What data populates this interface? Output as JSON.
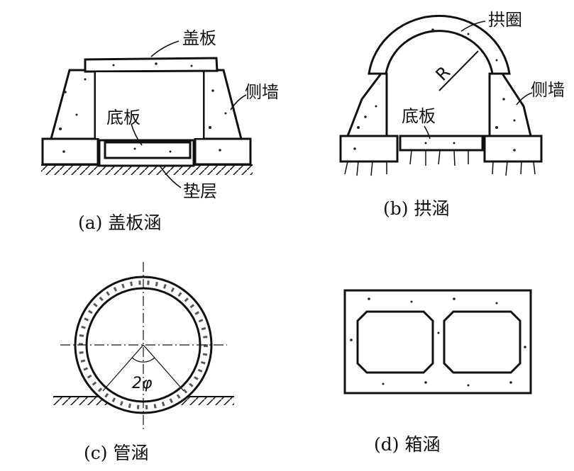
{
  "figures": {
    "a": {
      "caption": "(a) 盖板涵",
      "labels": {
        "cover_slab": "盖板",
        "side_wall": "侧墙",
        "bottom_slab": "底板",
        "cushion": "垫层"
      }
    },
    "b": {
      "caption": "(b) 拱涵",
      "labels": {
        "arch_ring": "拱圈",
        "radius": "R",
        "side_wall": "侧墙",
        "bottom_slab": "底板"
      }
    },
    "c": {
      "caption": "(c) 管涵",
      "labels": {
        "angle": "2φ"
      }
    },
    "d": {
      "caption": "(d) 箱涵"
    }
  }
}
